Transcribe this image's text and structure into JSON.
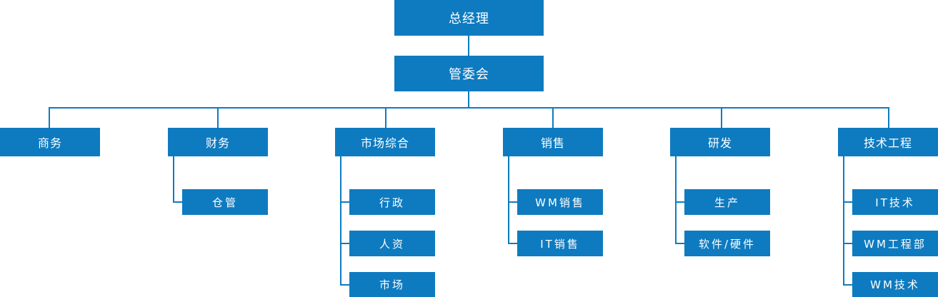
{
  "org": {
    "ceo": "总经理",
    "committee": "管委会",
    "departments": [
      {
        "name": "商务",
        "children": []
      },
      {
        "name": "财务",
        "children": [
          "仓管"
        ]
      },
      {
        "name": "市场综合",
        "children": [
          "行政",
          "人资",
          "市场"
        ]
      },
      {
        "name": "销售",
        "children": [
          "WM销售",
          "IT销售"
        ]
      },
      {
        "name": "研发",
        "children": [
          "生产",
          "软件/硬件"
        ]
      },
      {
        "name": "技术工程",
        "children": [
          "IT技术",
          "WM工程部",
          "WM技术"
        ]
      }
    ]
  },
  "colors": {
    "box": "#0e7bc0",
    "line": "#0e7bc0",
    "text": "#ffffff"
  }
}
